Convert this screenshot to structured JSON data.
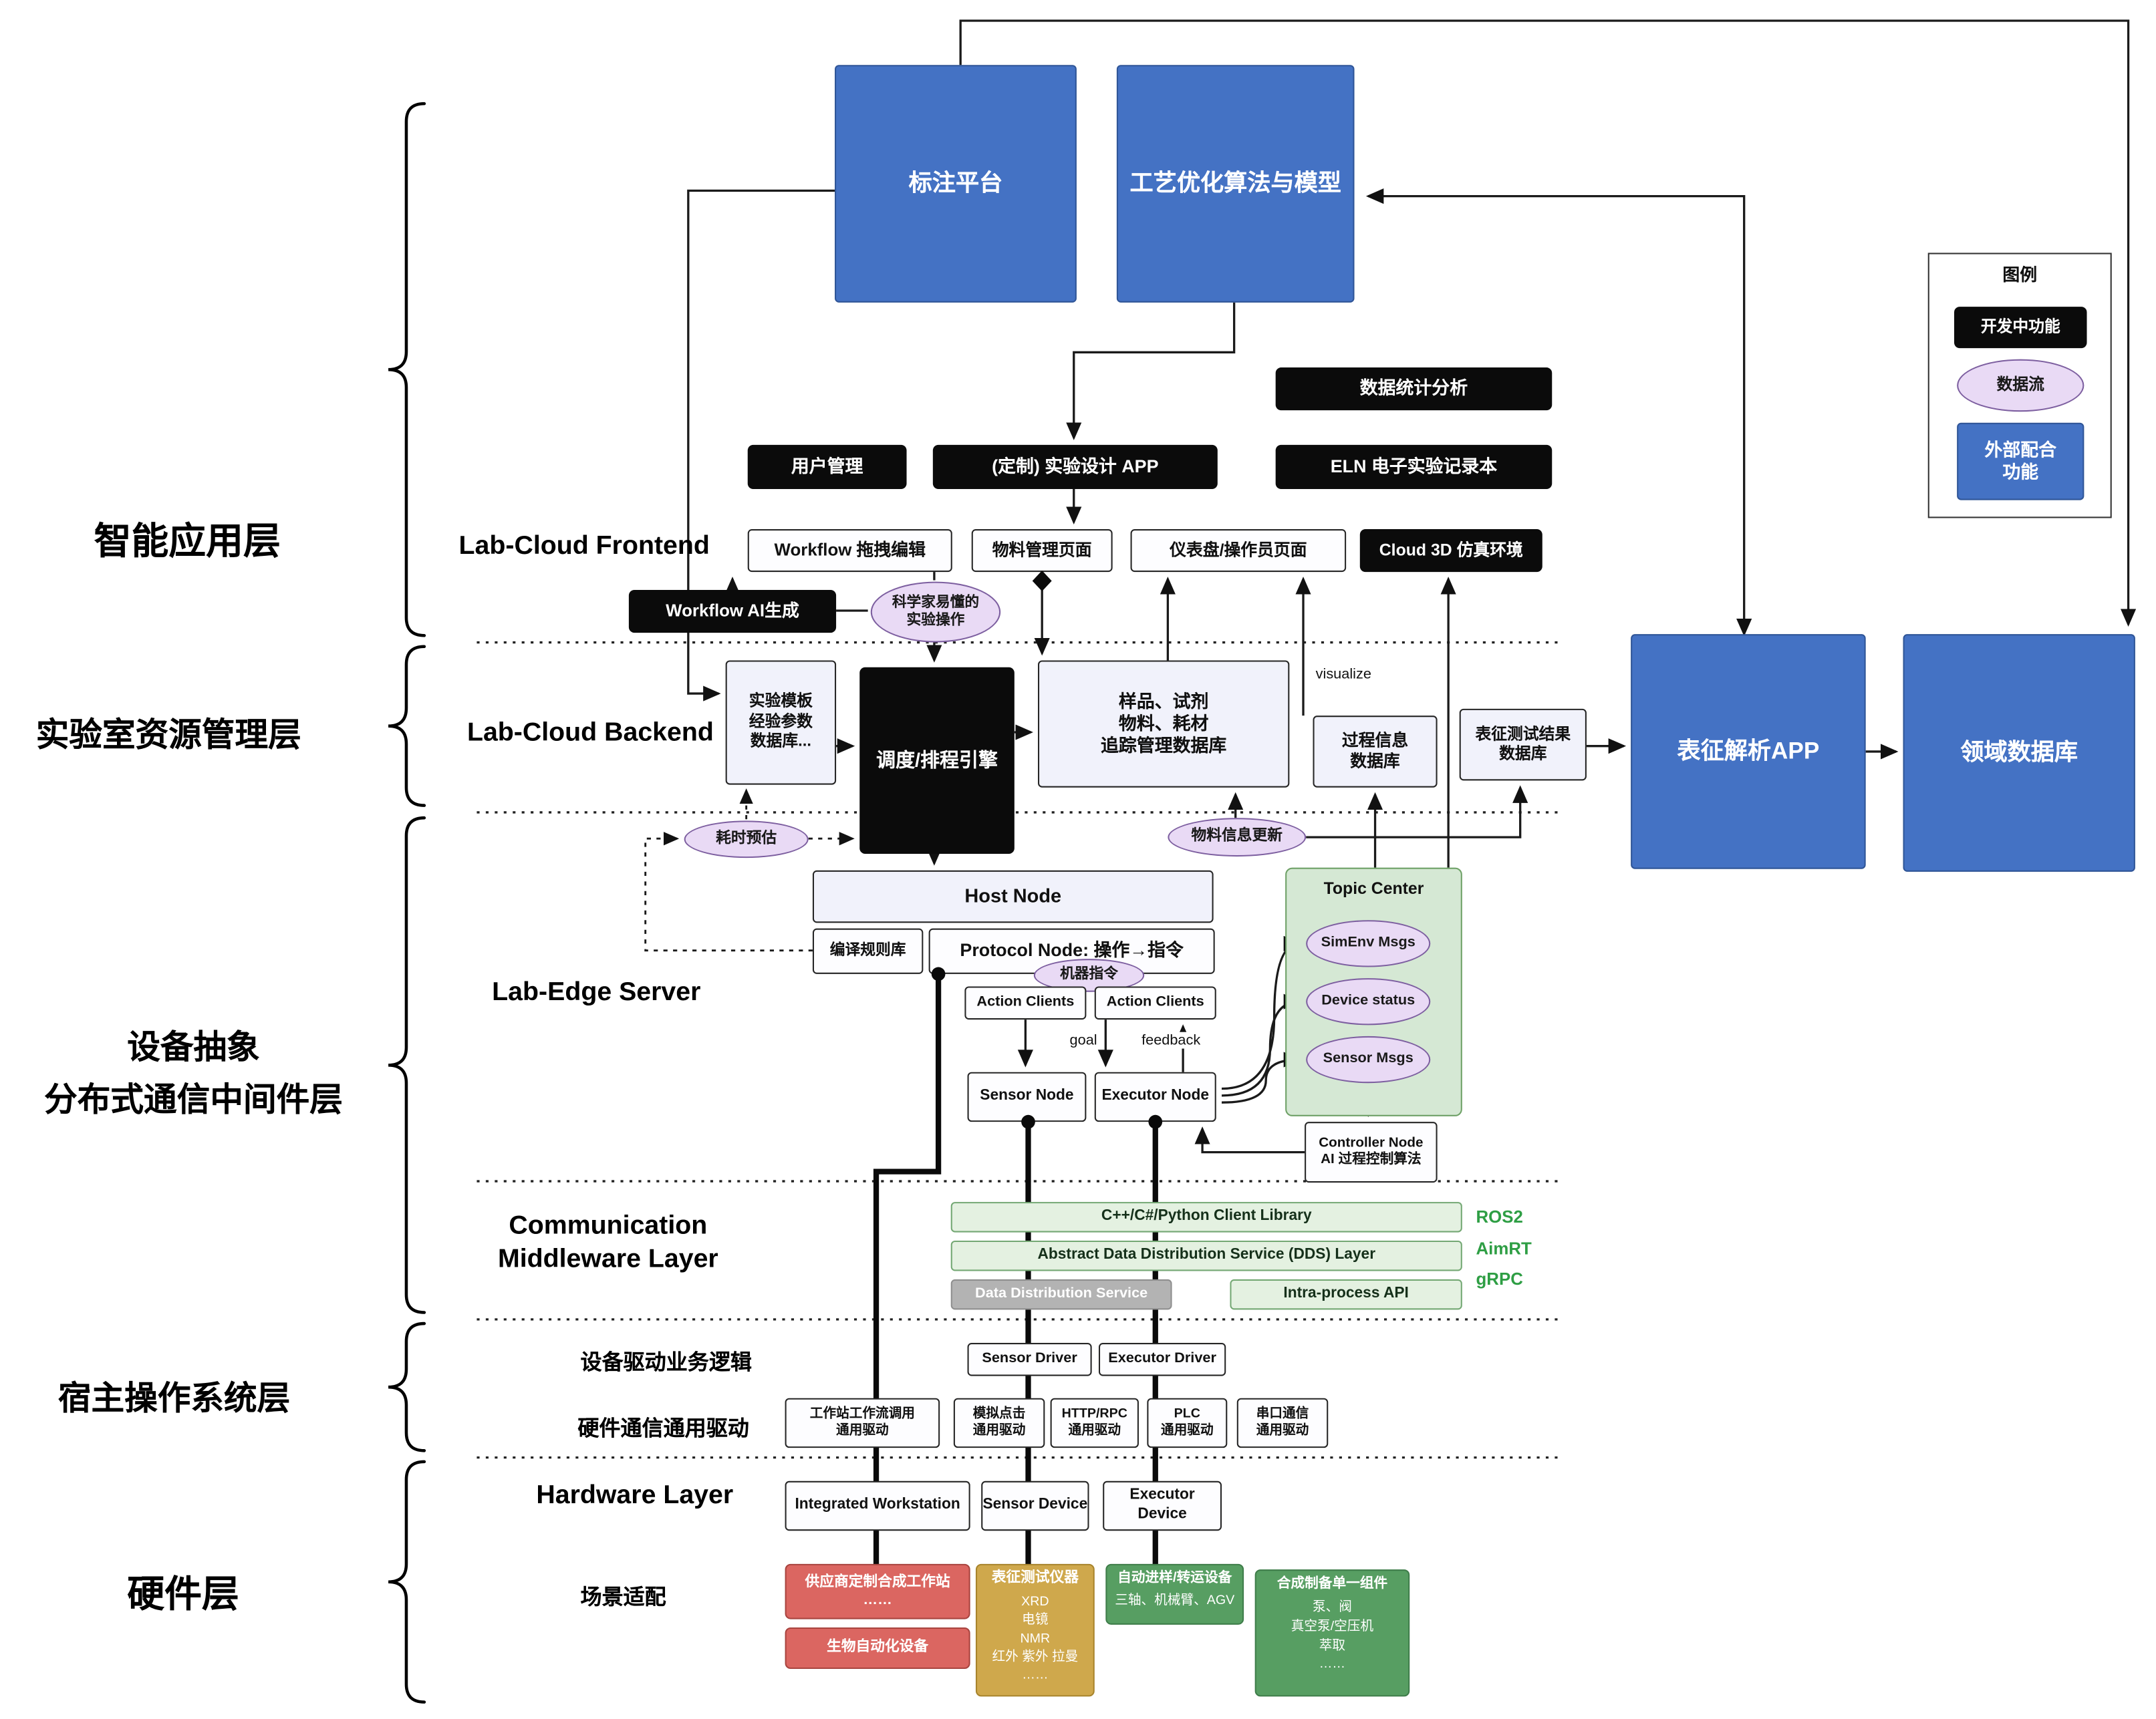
{
  "layers": {
    "app": "智能应用层",
    "resource": "实验室资源管理层",
    "device": "设备抽象\n分布式通信中间件层",
    "hostos": "宿主操作系统层",
    "hardware": "硬件层"
  },
  "top": {
    "annotation": "标注平台",
    "optimization": "工艺优化算法与模型"
  },
  "legend": {
    "title": "图例",
    "developing": "开发中功能",
    "dataflow": "数据流",
    "external": "外部配合\n功能"
  },
  "frontend": {
    "label": "Lab-Cloud Frontend",
    "stats": "数据统计分析",
    "user": "用户管理",
    "app": "(定制) 实验设计 APP",
    "eln": "ELN 电子实验记录本",
    "wf_edit": "Workflow 拖拽编辑",
    "material": "物料管理页面",
    "dashboard": "仪表盘/操作员页面",
    "cloud3d": "Cloud 3D 仿真环境",
    "wf_ai": "Workflow AI生成",
    "sci": "科学家易懂的\n实验操作"
  },
  "backend": {
    "label": "Lab-Cloud Backend",
    "template_db": "实验模板\n经验参数\n数据库...",
    "scheduler": "调度/排程引擎",
    "sample_db": "样品、试剂\n物料、耗材\n追踪管理数据库",
    "visualize": "visualize",
    "process_db": "过程信息\n数据库",
    "result_db": "表征测试结果\n数据库",
    "char_app": "表征解析APP",
    "domain_db": "领域数据库"
  },
  "edge": {
    "label": "Lab-Edge Server",
    "time": "耗时预估",
    "material_update": "物料信息更新",
    "host": "Host Node",
    "rules": "编译规则库",
    "protocol": "Protocol Node: 操作→指令",
    "cmd": "机器指令",
    "ac1": "Action Clients",
    "ac2": "Action Clients",
    "topic": "Topic Center",
    "simenv": "SimEnv Msgs",
    "devstat": "Device status",
    "sensmsg": "Sensor Msgs",
    "goal": "goal",
    "feedback": "feedback",
    "sensor": "Sensor Node",
    "executor": "Executor Node",
    "controller": "Controller Node\nAI 过程控制算法"
  },
  "middleware": {
    "label": "Communication\nMiddleware Layer",
    "client": "C++/C#/Python Client Library",
    "dds_abs": "Abstract Data Distribution Service (DDS) Layer",
    "dds": "Data Distribution Service",
    "intra": "Intra-process API",
    "stack": [
      "ROS2",
      "AimRT",
      "gRPC"
    ]
  },
  "hostos": {
    "logic_label": "设备驱动业务逻辑",
    "sensor_driver": "Sensor Driver",
    "executor_driver": "Executor Driver",
    "comm_label": "硬件通信通用驱动",
    "drivers": [
      "工作站工作流调用\n通用驱动",
      "模拟点击\n通用驱动",
      "HTTP/RPC\n通用驱动",
      "PLC\n通用驱动",
      "串口通信\n通用驱动"
    ]
  },
  "hardware": {
    "label": "Hardware Layer",
    "workstation": "Integrated Workstation",
    "sensor_device": "Sensor Device",
    "executor_device": "Executor Device",
    "scenario": "场景适配",
    "vendor": "供应商定制合成工作站\n……",
    "bio": "生物自动化设备",
    "charinst_title": "表征测试仪器",
    "charinst_body": "XRD\n电镜\nNMR\n红外 紫外 拉曼\n……",
    "transfer_title": "自动进样/转运设备",
    "transfer_body": "三轴、机械臂、AGV",
    "synth_title": "合成制备单一组件",
    "synth_body": "泵、阀\n真空泵/空压机\n萃取\n……"
  }
}
